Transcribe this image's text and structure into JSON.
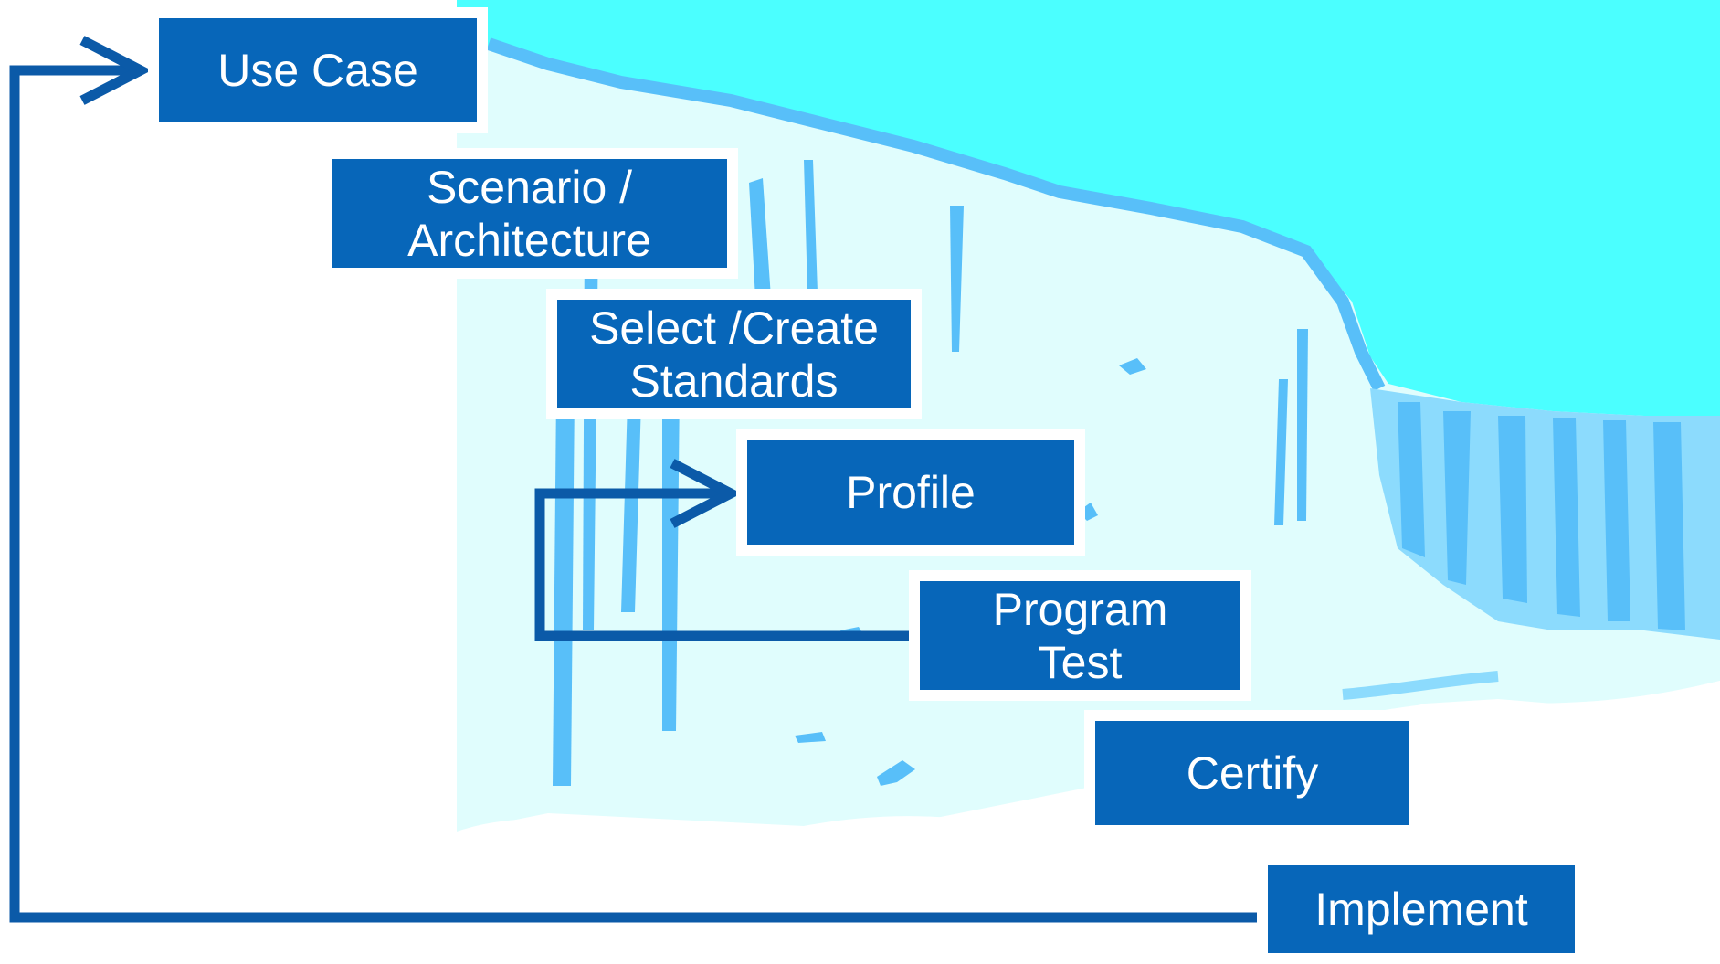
{
  "colors": {
    "box_fill": "#0766b9",
    "box_border": "#ffffff",
    "arrow": "#0b5aa8",
    "sky": "#4bffff",
    "ice": "#e0fdfd",
    "ice_streak": "#58bff9",
    "water": "#8cdbfd"
  },
  "steps": [
    {
      "label": "Use Case"
    },
    {
      "label": "Scenario /\nArchitecture"
    },
    {
      "label": "Select /Create\nStandards"
    },
    {
      "label": "Profile"
    },
    {
      "label": "Program\nTest"
    },
    {
      "label": "Certify"
    },
    {
      "label": "Implement"
    }
  ],
  "icons": {
    "outer_loop": "arrow-right-icon",
    "inner_loop": "arrow-right-icon",
    "background": "iceberg-waterfall-illustration"
  }
}
